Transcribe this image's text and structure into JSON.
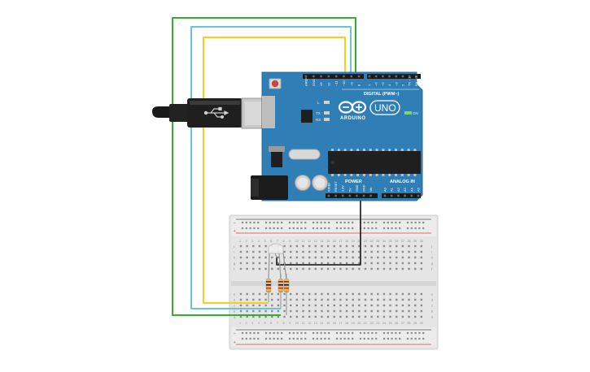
{
  "arduino": {
    "brand": "ARDUINO",
    "model": "UNO",
    "digital_label": "DIGITAL (PWM~)",
    "power_label": "POWER",
    "analog_label": "ANALOG IN",
    "on_label": "ON",
    "tx_label": "TX",
    "rx_label": "RX",
    "l_label": "L",
    "digital_pins": [
      "AREF",
      "GND",
      "13",
      "12",
      "~11",
      "~10",
      "~9",
      "8",
      "7",
      "~6",
      "~5",
      "4",
      "~3",
      "2",
      "TX→1",
      "RX←0"
    ],
    "power_pins": [
      "IOREF",
      "RESET",
      "3.3V",
      "5V",
      "GND",
      "GND",
      "Vin"
    ],
    "analog_pins": [
      "A0",
      "A1",
      "A2",
      "A3",
      "A4",
      "A5"
    ]
  },
  "breadboard": {
    "row_letters_top": [
      "j",
      "i",
      "h",
      "g",
      "f"
    ],
    "row_letters_bottom": [
      "e",
      "d",
      "c",
      "b",
      "a"
    ],
    "column_numbers": [
      "1",
      "2",
      "3",
      "4",
      "5",
      "6",
      "7",
      "8",
      "9",
      "10",
      "11",
      "12",
      "13",
      "14",
      "15",
      "16",
      "17",
      "18",
      "19",
      "20",
      "21",
      "22",
      "23",
      "24",
      "25",
      "26",
      "27",
      "28",
      "29",
      "30"
    ],
    "rail_minus": "−",
    "rail_plus": "+"
  },
  "wires": {
    "green": "#3aaa35",
    "cyan": "#67c5d9",
    "yellow": "#f4cf1c",
    "black": "#2b2b2b"
  },
  "colors": {
    "board": "#2f7fb6",
    "board_edge": "#246a9b",
    "breadboard": "#e6e6e6",
    "rail_red": "#d8413c",
    "rail_black": "#555555",
    "resistor": "#e3b872"
  }
}
